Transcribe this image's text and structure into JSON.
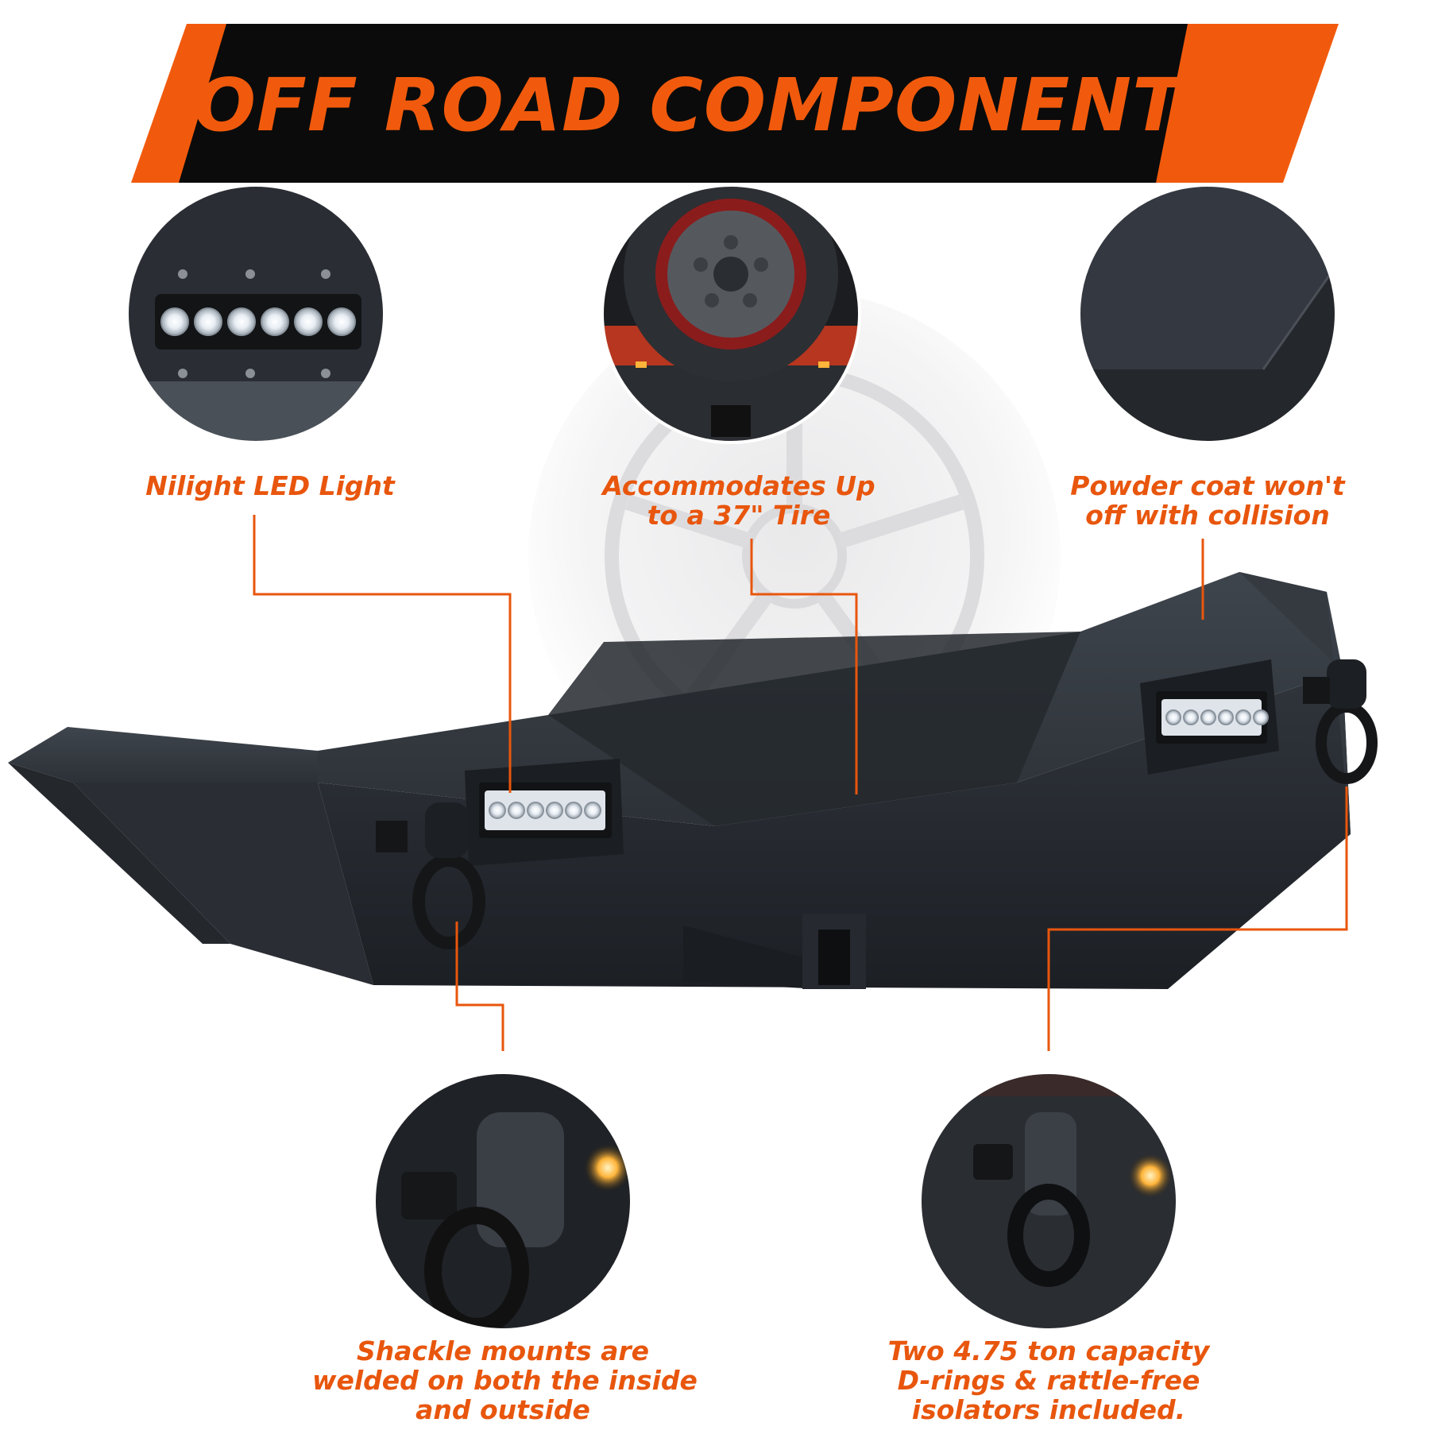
{
  "banner": {
    "title": "OFF ROAD COMPONENTS"
  },
  "colors": {
    "accent": "#F15A0C",
    "banner_dark": "#0b0b0b",
    "bumper": "#2b2f35"
  },
  "callouts": {
    "led_light": {
      "lines": [
        "Nilight LED Light"
      ]
    },
    "tire": {
      "lines": [
        "Accommodates Up",
        "to a 37\" Tire"
      ]
    },
    "powder_coat": {
      "lines": [
        "Powder coat won't",
        "off with collision"
      ]
    },
    "shackle_mounts": {
      "lines": [
        "Shackle mounts are",
        "welded on both the inside",
        "and outside"
      ]
    },
    "d_rings": {
      "lines": [
        "Two 4.75 ton capacity",
        "D-rings & rattle-free",
        "isolators included."
      ]
    }
  }
}
